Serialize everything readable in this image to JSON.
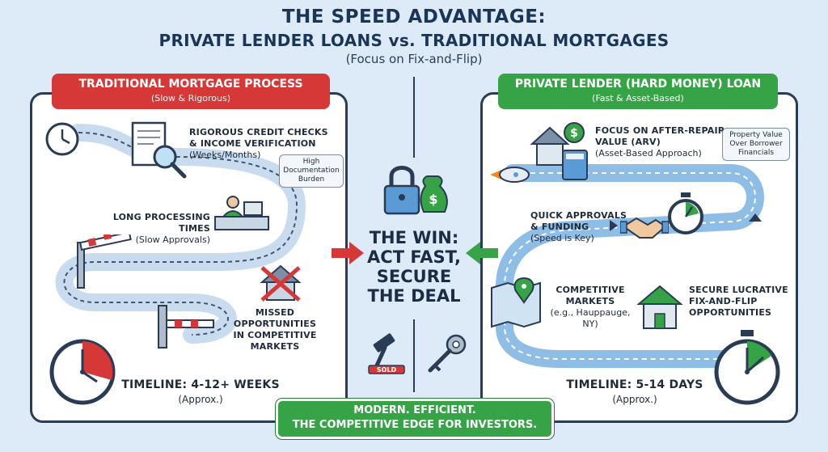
{
  "header": {
    "title_line1": "THE SPEED ADVANTAGE:",
    "title_line2": "PRIVATE LENDER LOANS vs. TRADITIONAL MORTGAGES",
    "subtitle": "(Focus on Fix-and-Flip)"
  },
  "traditional": {
    "tag_title": "TRADITIONAL MORTGAGE PROCESS",
    "tag_subtitle": "(Slow & Rigorous)",
    "step1_title_a": "RIGOROUS CREDIT CHECKS",
    "step1_title_b": "& INCOME VERIFICATION",
    "step1_sub": "(Weeks/Months)",
    "callout_a": "High",
    "callout_b": "Documentation",
    "callout_c": "Burden",
    "step2_title": "LONG PROCESSING TIMES",
    "step2_sub": "(Slow Approvals)",
    "step3_title_a": "MISSED OPPORTUNITIES",
    "step3_title_b": "IN COMPETITIVE",
    "step3_title_c": "MARKETS",
    "timeline": "TIMELINE: 4-12+ WEEKS",
    "timeline_sub": "(Approx.)"
  },
  "private": {
    "tag_title": "PRIVATE LENDER (HARD MONEY) LOAN",
    "tag_subtitle": "(Fast & Asset-Based)",
    "step1_title_a": "FOCUS ON AFTER-REPAIR",
    "step1_title_b": "VALUE (ARV)",
    "step1_sub": "(Asset-Based Approach)",
    "callout_a": "Property Value",
    "callout_b": "Over Borrower",
    "callout_c": "Financials",
    "step2_title_a": "QUICK APPROVALS",
    "step2_title_b": "& FUNDING",
    "step2_sub": "(Speed is Key)",
    "step3_title_a": "COMPETITIVE",
    "step3_title_b": "MARKETS",
    "step3_sub_a": "(e.g., Hauppauge,",
    "step3_sub_b": "NY)",
    "step4_title_a": "SECURE LUCRATIVE",
    "step4_title_b": "FIX-AND-FLIP",
    "step4_title_c": "OPPORTUNITIES",
    "timeline": "TIMELINE: 5-14 DAYS",
    "timeline_sub": "(Approx.)"
  },
  "center": {
    "win_line1": "THE WIN:",
    "win_line2": "ACT FAST,",
    "win_line3": "SECURE",
    "win_line4": "THE DEAL",
    "sold_label": "SOLD"
  },
  "banner": {
    "line1": "MODERN. EFFICIENT.",
    "line2": "THE COMPETITIVE EDGE FOR INVESTORS."
  },
  "colors": {
    "traditional_red": "#d63838",
    "private_green": "#36a346",
    "navy": "#1b3556",
    "road_blue": "#5b9bd5"
  }
}
